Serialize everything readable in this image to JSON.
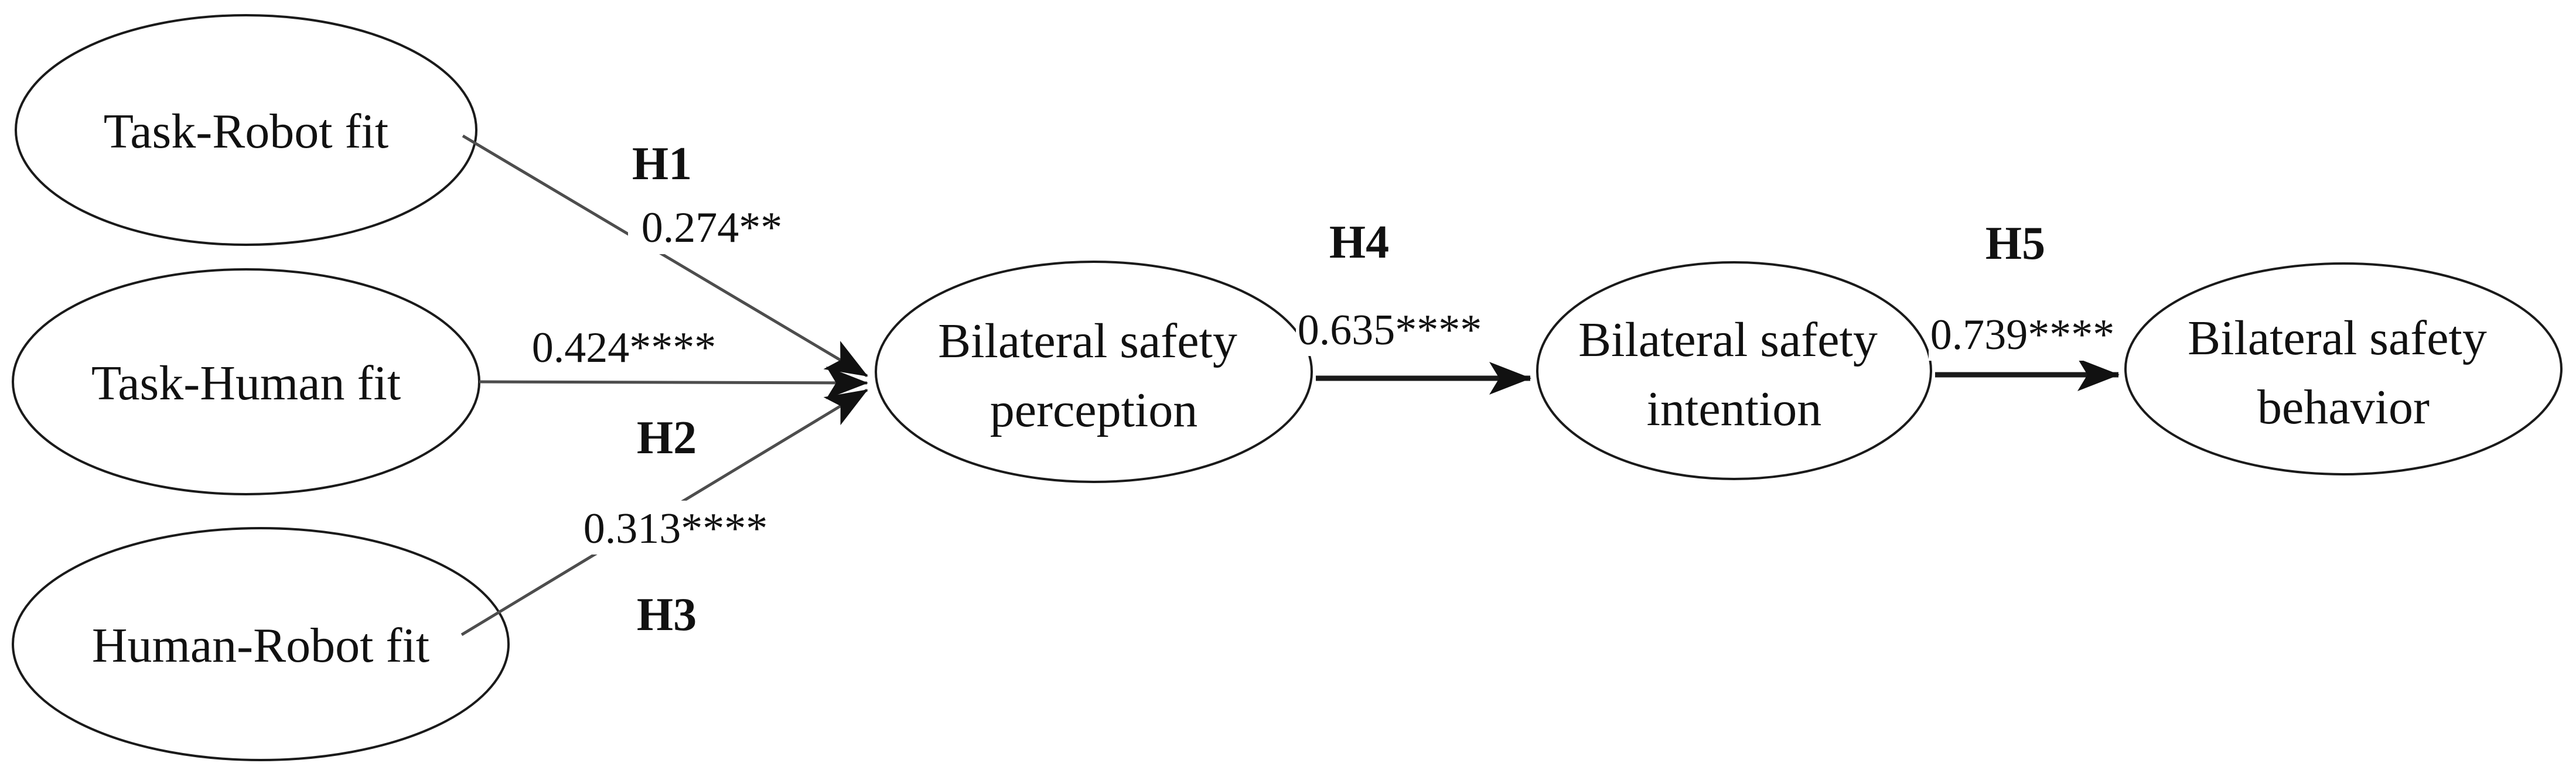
{
  "figure": {
    "type": "structural-path-model-diagram",
    "colors": {
      "background": "#ffffff",
      "node_fill": "#ffffff",
      "node_stroke": "#1a1a1a",
      "text": "#111111",
      "thin_path_stroke": "#4d4d4d",
      "thick_path_stroke": "#1a1a1a",
      "arrowhead_fill": "#111111"
    },
    "nodes": [
      {
        "id": "task-robot-fit",
        "label": "Task-Robot fit"
      },
      {
        "id": "task-human-fit",
        "label": "Task-Human fit"
      },
      {
        "id": "human-robot-fit",
        "label": "Human-Robot fit"
      },
      {
        "id": "bilateral-safety-perception",
        "line1": "Bilateral safety",
        "line2": "perception"
      },
      {
        "id": "bilateral-safety-intention",
        "line1": "Bilateral safety",
        "line2": "intention"
      },
      {
        "id": "bilateral-safety-behavior",
        "line1": "Bilateral safety",
        "line2": "behavior"
      }
    ],
    "paths": [
      {
        "hypothesis": "H1",
        "coefficient": "0.274**",
        "from": "task-robot-fit",
        "to": "bilateral-safety-perception"
      },
      {
        "hypothesis": "H2",
        "coefficient": "0.424****",
        "from": "task-human-fit",
        "to": "bilateral-safety-perception"
      },
      {
        "hypothesis": "H3",
        "coefficient": "0.313****",
        "from": "human-robot-fit",
        "to": "bilateral-safety-perception"
      },
      {
        "hypothesis": "H4",
        "coefficient": "0.635****",
        "from": "bilateral-safety-perception",
        "to": "bilateral-safety-intention"
      },
      {
        "hypothesis": "H5",
        "coefficient": "0.739****",
        "from": "bilateral-safety-intention",
        "to": "bilateral-safety-behavior"
      }
    ]
  }
}
